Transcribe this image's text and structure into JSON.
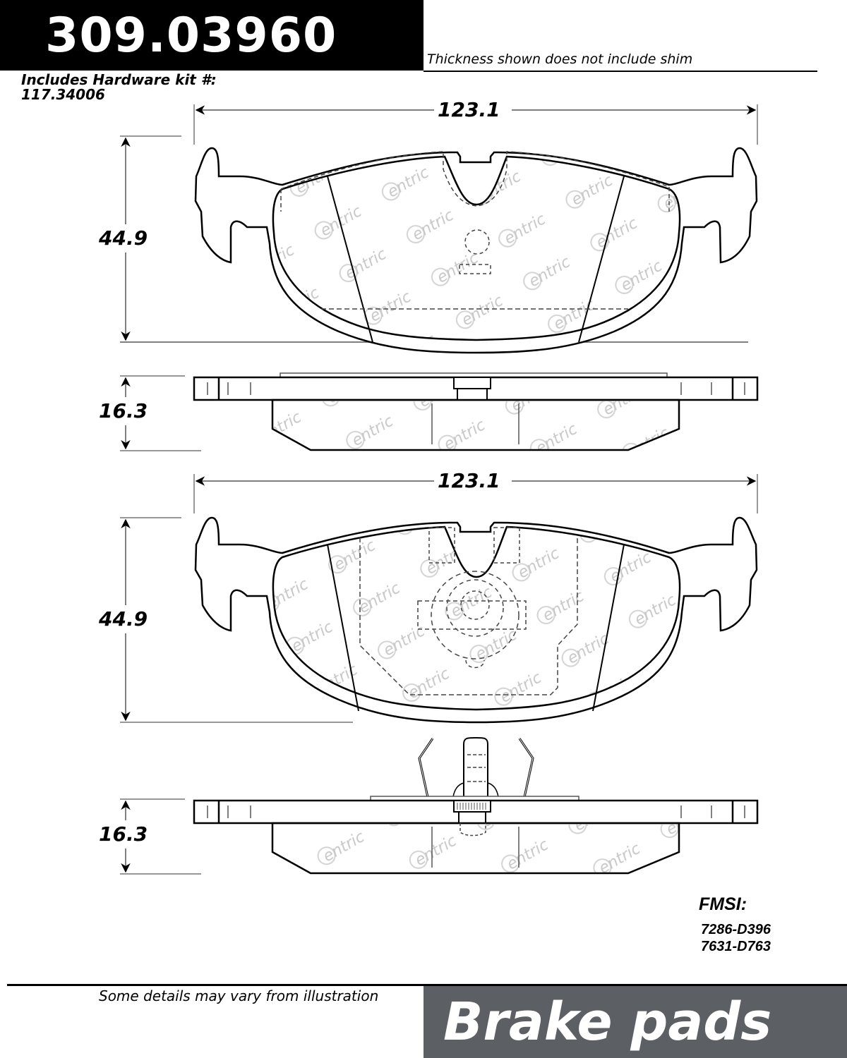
{
  "header": {
    "part_number": "309.03960",
    "shim_note": "Thickness shown does not include shim",
    "hardware_kit_label": "Includes Hardware kit #:",
    "hardware_kit_number": "117.34006"
  },
  "views": [
    {
      "id": "outer-pad-face",
      "width_dim": "123.1",
      "height_dim": "44.9",
      "watermark": "Centric"
    },
    {
      "id": "outer-pad-side",
      "thickness_dim": "16.3",
      "watermark": "Centric"
    },
    {
      "id": "inner-pad-face",
      "width_dim": "123.1",
      "height_dim": "44.9",
      "watermark": "Centric"
    },
    {
      "id": "inner-pad-side",
      "thickness_dim": "16.3",
      "watermark": "Centric"
    }
  ],
  "fmsi": {
    "title": "FMSI:",
    "codes": [
      "7286-D396",
      "7631-D763"
    ]
  },
  "footer": {
    "disclaimer": "Some details may vary from illustration",
    "category": "Brake pads"
  },
  "colors": {
    "banner_bg": "#000000",
    "category_bg": "#5c6064",
    "line": "#000000",
    "dim_line": "#555555",
    "watermark": "#c8c8c8"
  }
}
